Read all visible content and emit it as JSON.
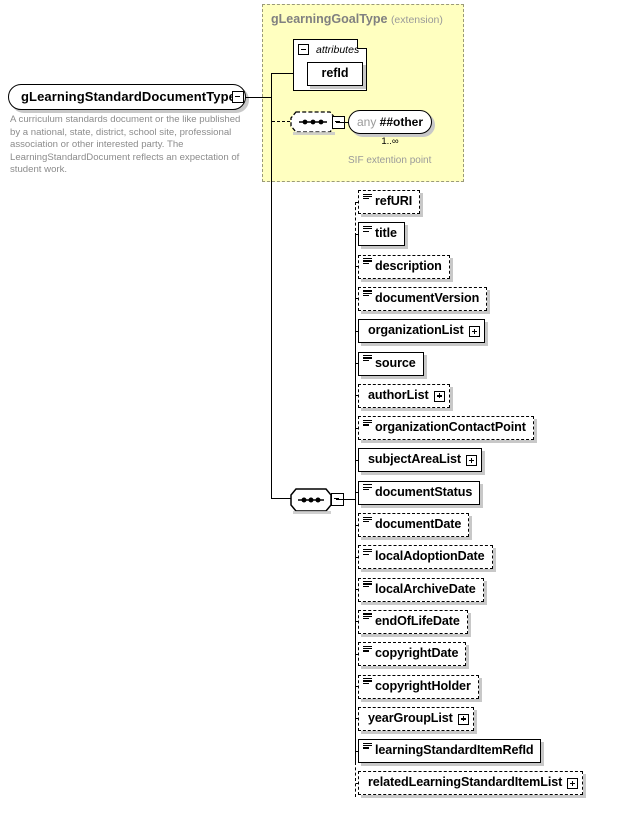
{
  "diagram": {
    "type": "xml-schema-diagram",
    "root": {
      "name": "gLearningStandardDocumentType",
      "collapse_icon": "minus-icon",
      "description": "A curriculum standards document or the like published by a national, state, district, school site, professional association or other interested party. The LearningStandardDocument reflects an expectation of student work."
    },
    "extension": {
      "title": "gLearningGoalType",
      "title_suffix": "(extension)",
      "attributes_group": {
        "label": "attributes",
        "collapse_icon": "minus-icon",
        "items": [
          {
            "name": "refId"
          }
        ]
      },
      "any": {
        "prefix": "any",
        "namespace": "##other",
        "cardinality": "1..∞",
        "caption": "SIF extention point",
        "connector": "sequence-icon",
        "collapse_icon": "minus-icon"
      }
    },
    "sequence": {
      "connector": "sequence-icon",
      "collapse_icon": "minus-icon"
    },
    "elements": [
      {
        "label": "refURI",
        "required": false,
        "icon": "text-lines-icon",
        "expand": false
      },
      {
        "label": "title",
        "required": true,
        "icon": "text-lines-icon",
        "expand": false
      },
      {
        "label": "description",
        "required": false,
        "icon": "text-lines-icon",
        "expand": false
      },
      {
        "label": "documentVersion",
        "required": false,
        "icon": "text-lines-icon",
        "expand": false
      },
      {
        "label": "organizationList",
        "required": true,
        "icon": null,
        "expand": true
      },
      {
        "label": "source",
        "required": true,
        "icon": "text-lines-icon",
        "expand": false
      },
      {
        "label": "authorList",
        "required": false,
        "icon": null,
        "expand": true
      },
      {
        "label": "organizationContactPoint",
        "required": false,
        "icon": "text-lines-icon",
        "expand": false
      },
      {
        "label": "subjectAreaList",
        "required": true,
        "icon": null,
        "expand": true
      },
      {
        "label": "documentStatus",
        "required": true,
        "icon": "text-lines-icon",
        "expand": false
      },
      {
        "label": "documentDate",
        "required": false,
        "icon": "text-lines-icon",
        "expand": false
      },
      {
        "label": "localAdoptionDate",
        "required": false,
        "icon": "text-lines-icon",
        "expand": false
      },
      {
        "label": "localArchiveDate",
        "required": false,
        "icon": "text-lines-icon",
        "expand": false
      },
      {
        "label": "endOfLifeDate",
        "required": false,
        "icon": "text-lines-icon",
        "expand": false
      },
      {
        "label": "copyrightDate",
        "required": false,
        "icon": "text-lines-icon",
        "expand": false
      },
      {
        "label": "copyrightHolder",
        "required": false,
        "icon": "text-lines-icon",
        "expand": false
      },
      {
        "label": "yearGroupList",
        "required": false,
        "icon": null,
        "expand": true
      },
      {
        "label": "learningStandardItemRefId",
        "required": true,
        "icon": "text-lines-icon",
        "expand": false
      },
      {
        "label": "relatedLearningStandardItemList",
        "required": false,
        "icon": null,
        "expand": true
      }
    ],
    "colors": {
      "extension_fill": "#ffffc0",
      "extension_border": "#9a9a7a",
      "line": "#000000",
      "shadow": "#c8c8c8",
      "muted_text": "#8c8c8c"
    }
  }
}
